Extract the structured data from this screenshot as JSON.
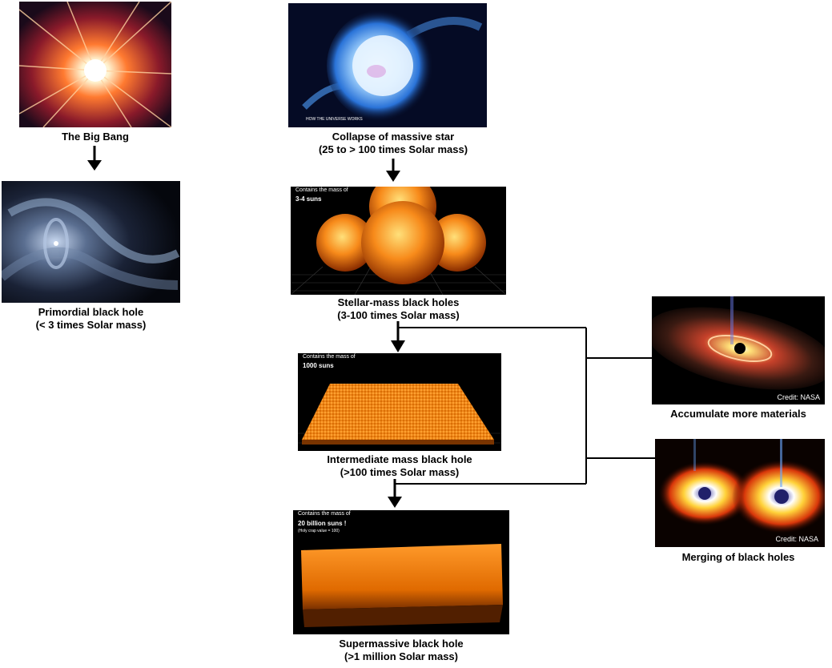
{
  "nodes": {
    "big_bang": {
      "caption_1": "The Big Bang"
    },
    "primordial": {
      "caption_1": "Primordial black hole",
      "caption_2": "(< 3 times Solar mass)"
    },
    "collapse": {
      "caption_1": "Collapse of massive star",
      "caption_2": "(25 to > 100 times Solar mass)",
      "watermark": "HOW THE UNIVERSE WORKS"
    },
    "stellar": {
      "caption_1": "Stellar-mass black holes",
      "caption_2": "(3-100 times Solar mass)",
      "overlay_1": "Contains the mass of",
      "overlay_2": "3-4 suns"
    },
    "intermediate": {
      "caption_1": "Intermediate mass black hole",
      "caption_2": "(>100 times Solar mass)",
      "overlay_1": "Contains the mass of",
      "overlay_2": "1000 suns"
    },
    "supermassive": {
      "caption_1": "Supermassive black hole",
      "caption_2": "(>1 million Solar mass)",
      "overlay_1": "Contains the mass of",
      "overlay_2": "20 billion suns !",
      "overlay_3": "(Holy crap value = 100)"
    },
    "accumulate": {
      "caption_1": "Accumulate more materials",
      "credit": "Credit: NASA"
    },
    "merging": {
      "caption_1": "Merging of black holes",
      "credit": "Credit: NASA"
    }
  },
  "colors": {
    "arrow": "#000000",
    "caption": "#000000",
    "sun_orange": "#ff8c00"
  }
}
